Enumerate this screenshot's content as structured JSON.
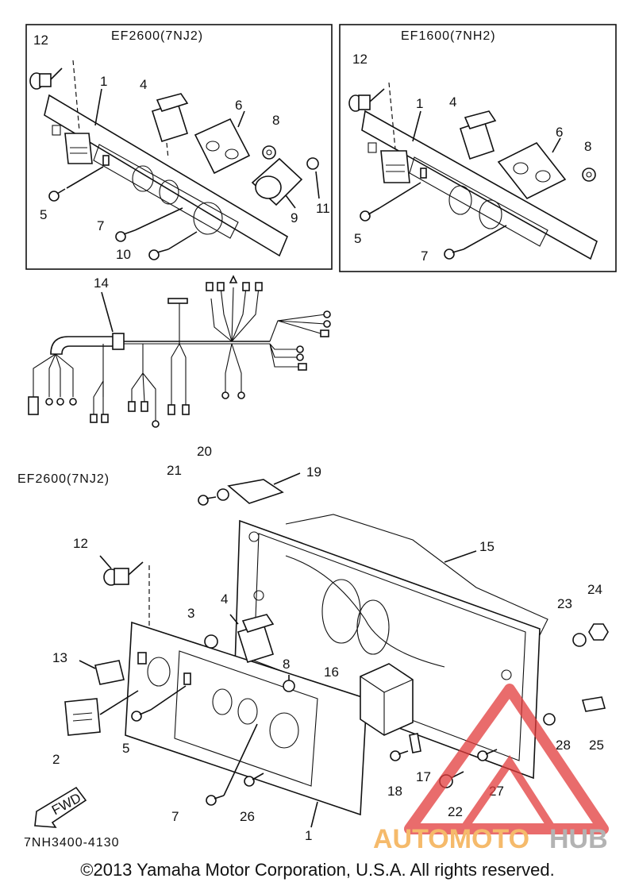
{
  "panels": {
    "top_left_title": "EF2600(7NJ2)",
    "top_right_title": "EF1600(7NH2)",
    "bottom_title": "EF2600(7NJ2)"
  },
  "callouts": {
    "tl": [
      "12",
      "1",
      "4",
      "6",
      "8",
      "5",
      "9",
      "11",
      "7",
      "10"
    ],
    "tr": [
      "12",
      "1",
      "4",
      "6",
      "8",
      "5",
      "7"
    ],
    "harness": [
      "14"
    ],
    "bottom": [
      "21",
      "20",
      "19",
      "12",
      "15",
      "3",
      "4",
      "23",
      "24",
      "13",
      "8",
      "16",
      "2",
      "5",
      "28",
      "25",
      "17",
      "18",
      "27",
      "22",
      "7",
      "26",
      "1"
    ]
  },
  "fwd_label": "FWD",
  "diagram_code": "7NH3400-4130",
  "watermark": {
    "part1": "AUTOMOTO",
    "part2": "HUB",
    "color1": "#f2a33a",
    "color2": "#9a9a9a",
    "logo_color": "#e23b3b"
  },
  "copyright": "©2013 Yamaha Motor Corporation, U.S.A. All rights reserved."
}
